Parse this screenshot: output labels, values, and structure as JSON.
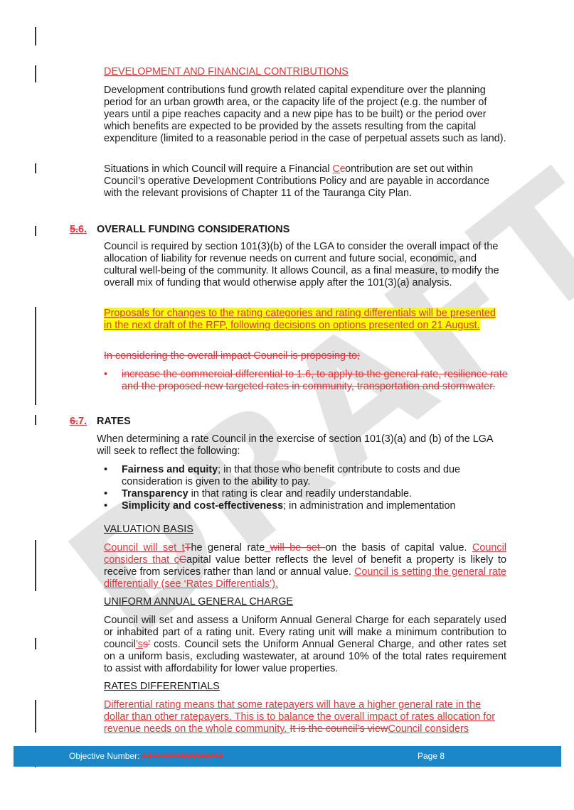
{
  "watermark": "DRAFT",
  "dev_contrib": {
    "heading": "DEVELOPMENT AND FINANCIAL CONTRIBUTIONS",
    "p1": "Development contributions fund growth related capital expenditure over the planning period for an urban growth area, or the capacity life of the project (e.g. the number of years until a pipe reaches capacity and a new pipe has to be built) or the period over which benefits are expected to be provided by the assets resulting from the capital expenditure (limited to a reasonable period in the case of perpetual assets such as land).",
    "p2_a": "Situations in which Council will require a Financial ",
    "p2_ins": "C",
    "p2_del": "c",
    "p2_b": "ontribution are set out within Council’s operative Development Contributions Policy and are payable in accordance with the relevant provisions of Chapter 11 of the Tauranga City Plan."
  },
  "overall": {
    "num_old": "5.",
    "num_new": "6.",
    "title": "OVERALL FUNDING CONSIDERATIONS",
    "p1": "Council is required by section 101(3)(b) of the LGA to consider the overall impact of the allocation of liability for revenue needs on current and future social, economic, and cultural well-being of the community. It allows Council, as a final measure, to modify the overall mix of funding that would otherwise apply after the 101(3)(a) analysis.",
    "highlight": "Proposals for changes to the rating categories and rating differentials will be presented in the next draft of the RFP, following decisions on options presented on 21 August.",
    "deleted_p": "In considering the overall impact Council is proposing to;",
    "deleted_bullet": "increase the commercial differential to 1.6, to apply to the general rate, resilience rate and the proposed new targeted rates in community, transportation and stormwater."
  },
  "rates": {
    "num_old": "6.",
    "num_new": "7.",
    "title": "RATES",
    "intro": "When determining a rate Council in the exercise of section 101(3)(a) and (b) of the LGA will seek to reflect the following:",
    "bullets": [
      {
        "bold": "Fairness and equity",
        "rest": "; in that those who benefit contribute to costs and due consideration is given to the ability to pay."
      },
      {
        "bold": "Transparency",
        "rest": " in that rating is clear and readily understandable."
      },
      {
        "bold": "Simplicity and cost-effectiveness",
        "rest": "; in administration and implementation"
      }
    ]
  },
  "valuation": {
    "heading": "VALUATION BASIS",
    "ins1": "Council will set t",
    "del1": "T",
    "t1": "he general rate",
    "ins2": " ",
    "del2": " will be set ",
    "t2": "on the basis of capital value. ",
    "ins3": "Council considers that c",
    "del3": "C",
    "t3": "apital value better reflects the level of benefit a property is likely to receive from services rather than land or annual value. ",
    "ins4": "Council is setting the general rate differentially (see ‘Rates Differentials’)."
  },
  "uagc": {
    "heading": "UNIFORM ANNUAL GENERAL CHARGE",
    "t1": "Council will set and assess a Uniform Annual General Charge for each separately used or inhabited part of a rating unit. Every rating unit will make a minimum contribution to council",
    "ins": "’s",
    "del": "s’",
    "t2": " costs. Council sets the Uniform Annual General Charge, and other rates set on a uniform basis, excluding wastewater, at around 10% of the total rates requirement to assist with affordability for lower value properties."
  },
  "diff": {
    "heading": "RATES DIFFERENTIALS",
    "ins1": "Differential rating means that some ratepayers will have a higher general rate in the dollar than other ratepayers. This is to balance the overall impact of rates allocation for revenue needs on the whole community. ",
    "del1": "It is the council’s view",
    "ins2": "Council considers"
  },
  "footer": {
    "label": "Objective Number: ",
    "value": "A12345/R65A900712",
    "page": "Page 8"
  },
  "colors": {
    "insert": "#e0353a",
    "highlight": "#ffff00",
    "footer_bg": "#1b87c9"
  }
}
